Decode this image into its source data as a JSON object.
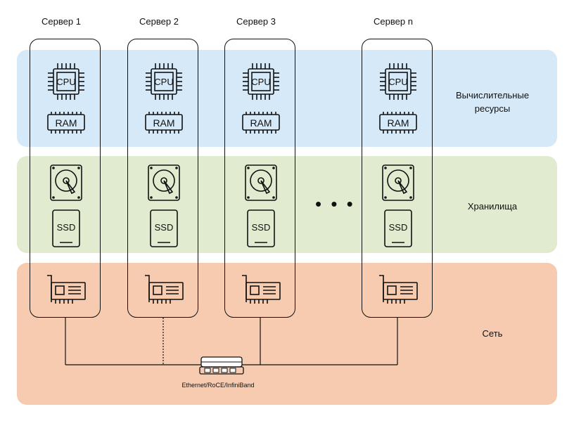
{
  "servers": [
    {
      "title": "Сервер 1"
    },
    {
      "title": "Сервер 2"
    },
    {
      "title": "Сервер 3"
    },
    {
      "title": "Сервер n"
    }
  ],
  "bands": {
    "compute": "Вычислительные ресурсы",
    "storage": "Хранилища",
    "network": "Сеть"
  },
  "components": {
    "cpu": "CPU",
    "ram": "RAM",
    "ssd": "SSD"
  },
  "ellipsis": "• • •",
  "fabric_label": "Ethernet/RoCE/InfiniBand",
  "colors": {
    "compute_band": "#d6e9f8",
    "storage_band": "#e1ebcf",
    "network_band": "#f7cbaf",
    "outline": "#111111"
  }
}
